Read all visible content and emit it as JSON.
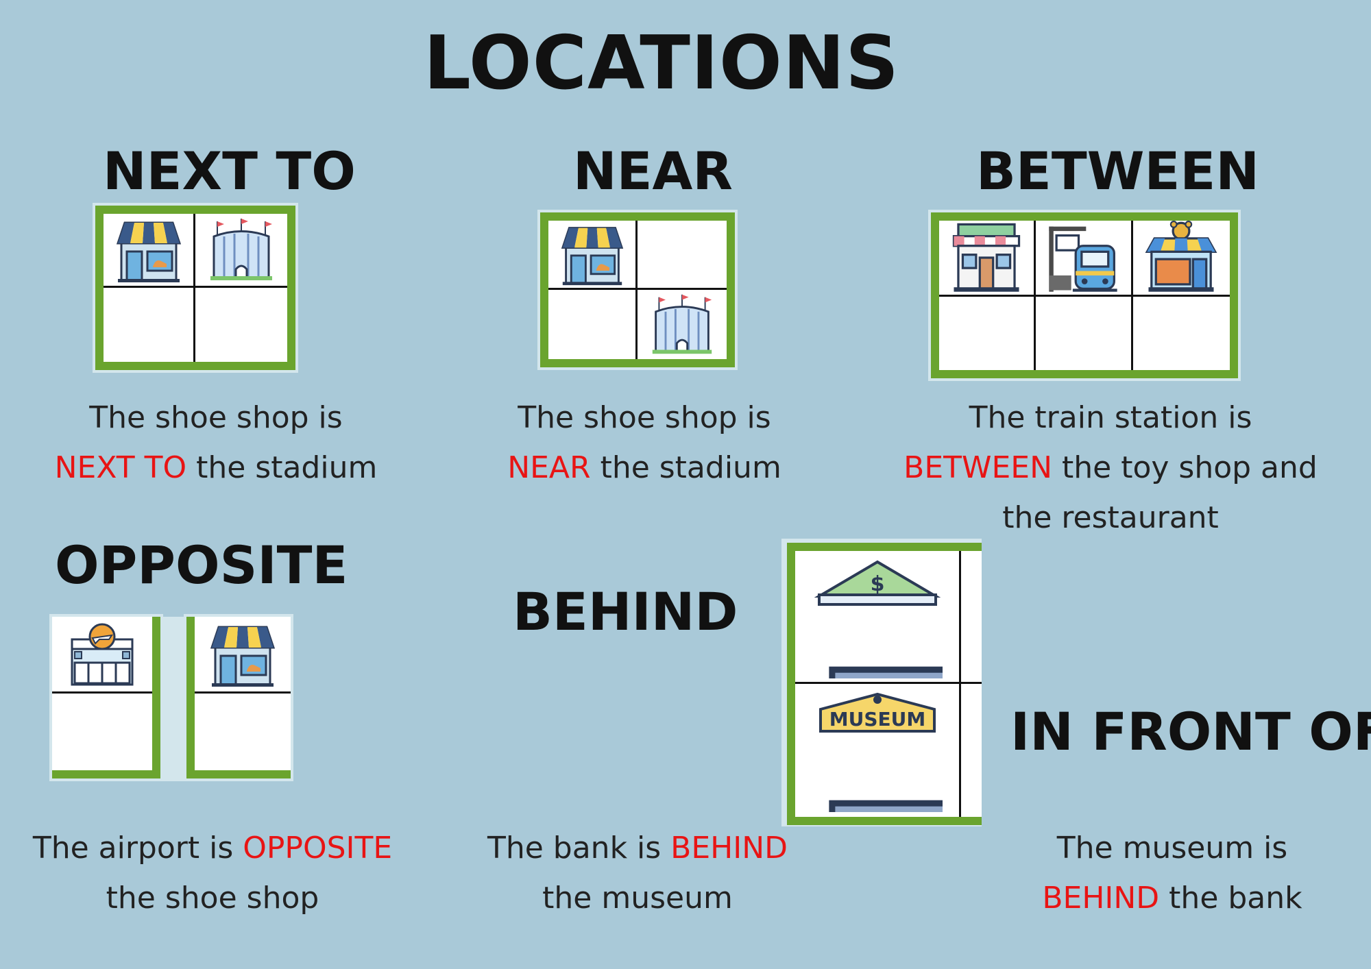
{
  "title": "LOCATIONS",
  "sections": {
    "next_to": {
      "heading": "NEXT TO",
      "caption_line1": "The shoe shop is",
      "caption_highlight": "NEXT TO",
      "caption_rest": " the stadium"
    },
    "near": {
      "heading": "NEAR",
      "caption_line1": "The shoe shop is",
      "caption_highlight": "NEAR",
      "caption_rest": " the stadium"
    },
    "between": {
      "heading": "BETWEEN",
      "caption_line1": "The train station is",
      "caption_highlight": "BETWEEN",
      "caption_rest": " the toy shop and",
      "caption_line3": "the restaurant"
    },
    "opposite": {
      "heading": "OPPOSITE",
      "caption_pre": "The airport is ",
      "caption_highlight": "OPPOSITE",
      "caption_line2": "the shoe shop"
    },
    "behind": {
      "heading": "BEHIND",
      "caption_pre": "The bank is ",
      "caption_highlight": "BEHIND",
      "caption_line2": "the museum",
      "museum_sign": "MUSEUM",
      "bank_sign": "$"
    },
    "in_front_of": {
      "heading": "IN FRONT OF",
      "caption_line1": "The museum is",
      "caption_highlight": "BEHIND",
      "caption_rest": " the bank"
    }
  },
  "colors": {
    "background": "#a9c9d8",
    "grid_border": "#6aa42e",
    "highlight": "#e81414"
  },
  "icons": [
    "shoe-shop-icon",
    "stadium-icon",
    "restaurant-icon",
    "train-station-icon",
    "toy-shop-icon",
    "airport-icon",
    "bank-icon",
    "museum-icon"
  ]
}
